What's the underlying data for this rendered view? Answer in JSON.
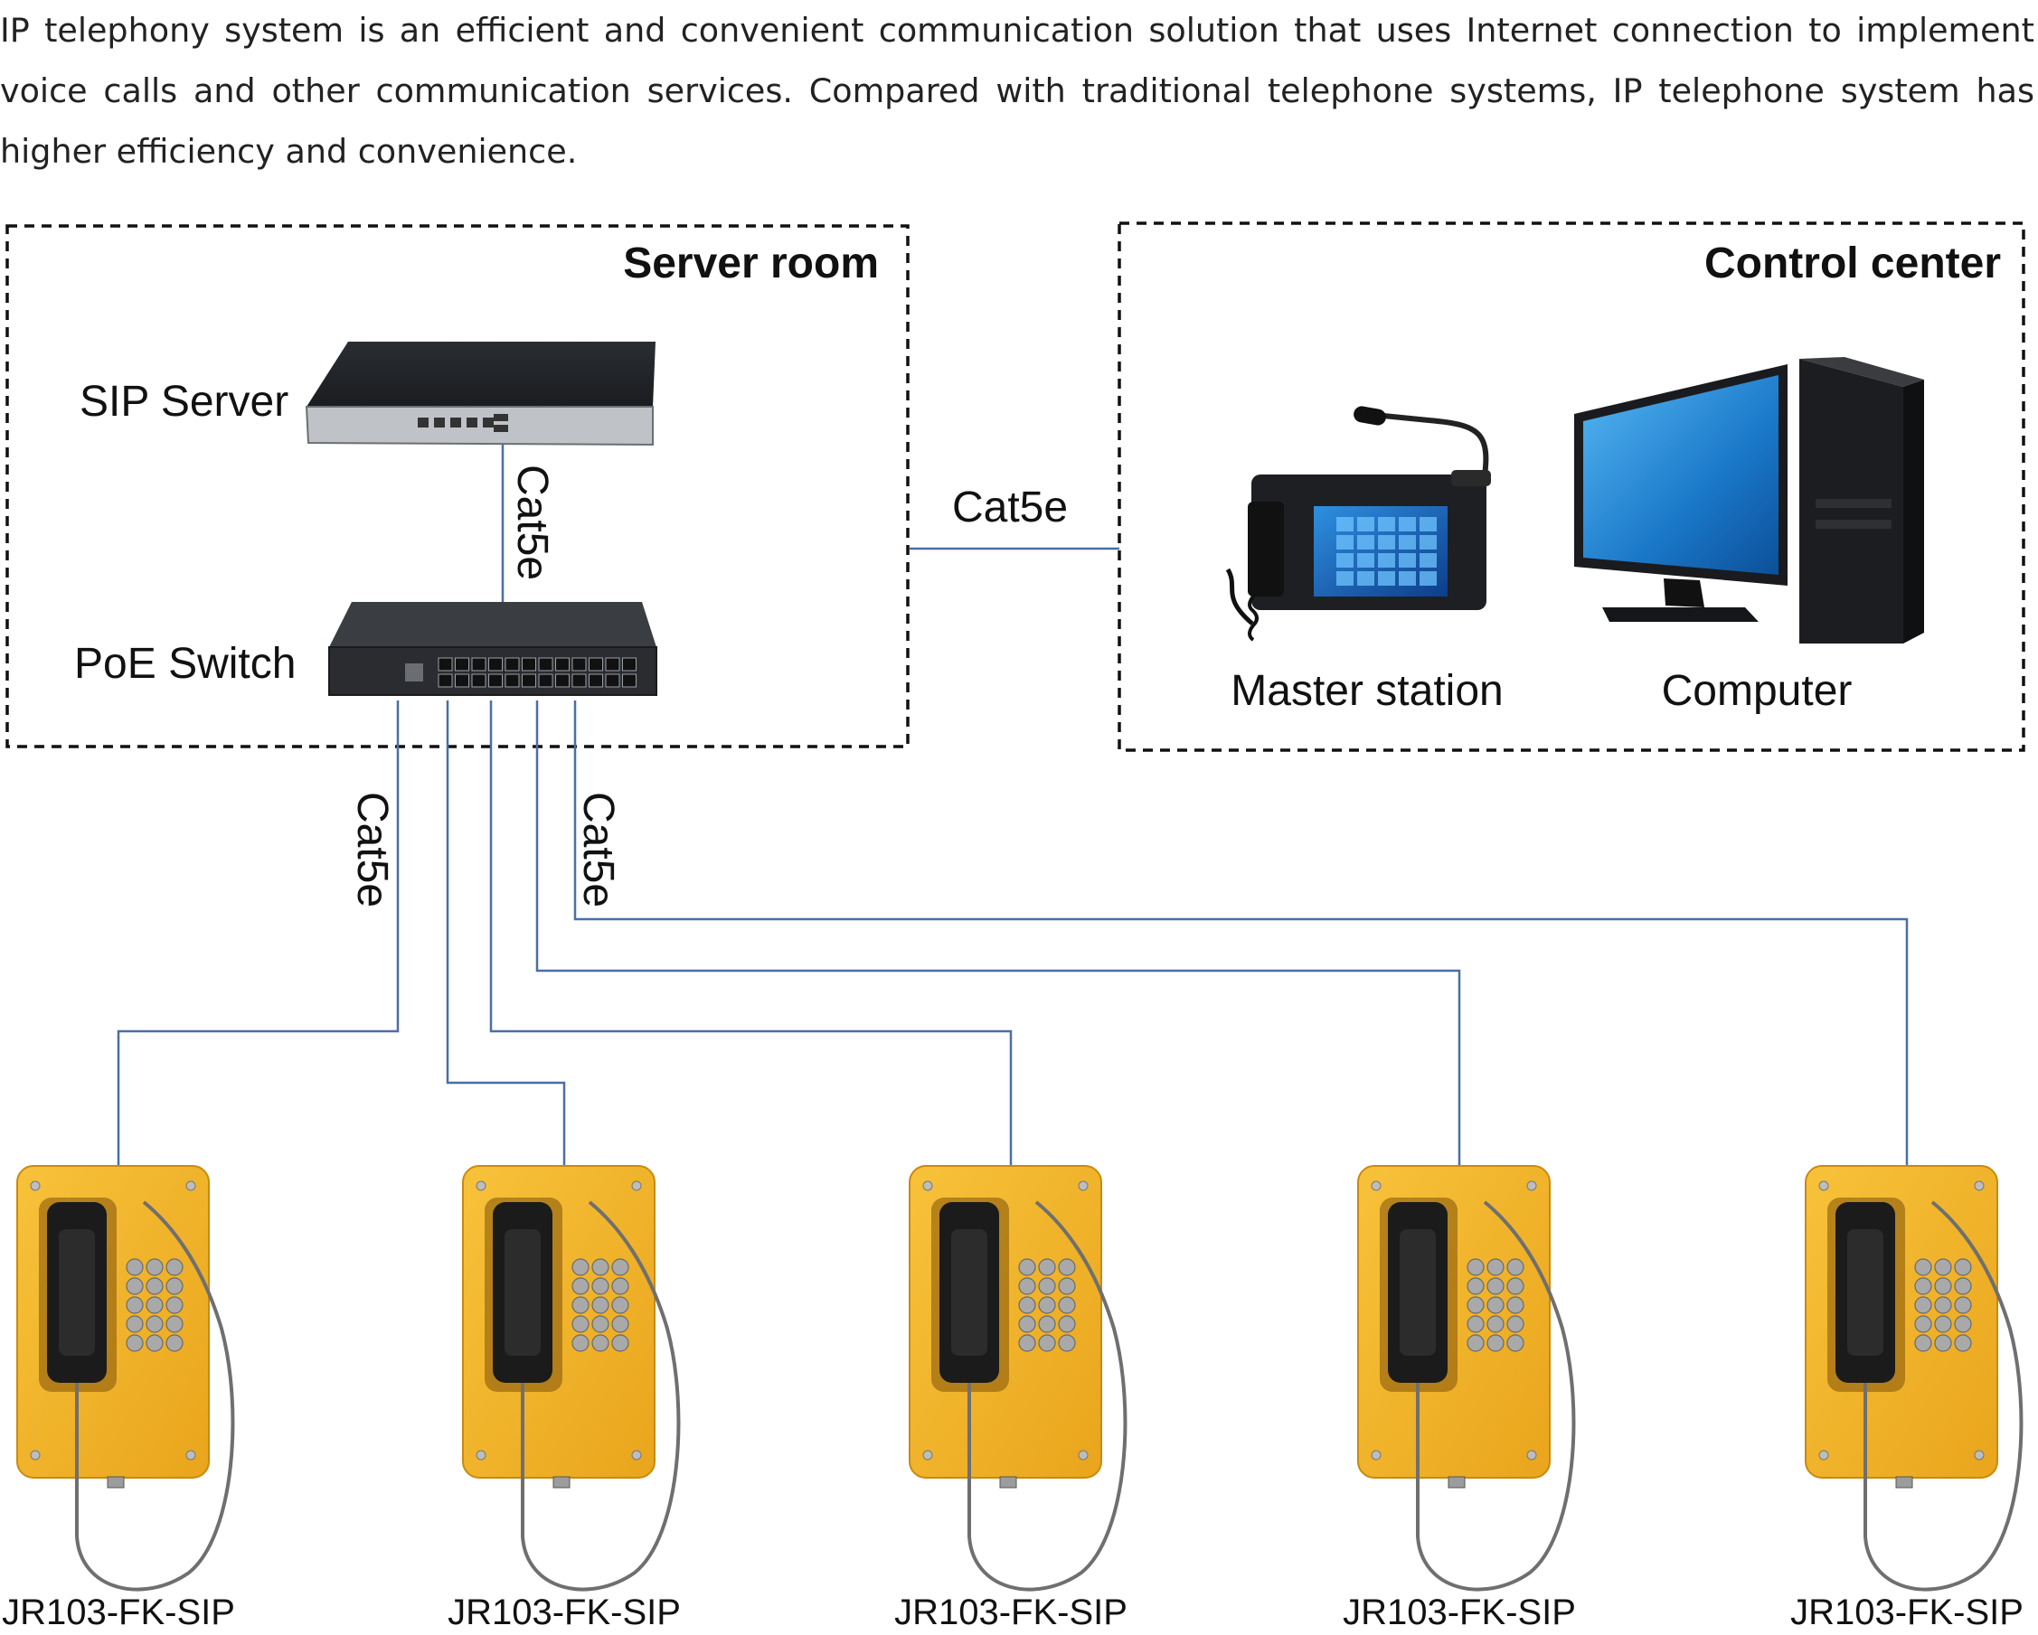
{
  "intro_text": "IP telephony system is an efficient and convenient communication solution that uses Internet connection to implement voice calls and other communication services. Compared with traditional telephone systems, IP telephone system has higher efficiency and convenience.",
  "zones": {
    "server_room": {
      "title": "Server room"
    },
    "control_center": {
      "title": "Control center"
    }
  },
  "devices": {
    "sip_server": "SIP Server",
    "poe_switch": "PoE Switch",
    "master_station": "Master station",
    "computer": "Computer"
  },
  "cables": {
    "server_to_switch": "Cat5e",
    "room_to_center": "Cat5e",
    "switch_down_left": "Cat5e",
    "switch_down_right": "Cat5e"
  },
  "phones": [
    {
      "model": "JR103-FK-SIP"
    },
    {
      "model": "JR103-FK-SIP"
    },
    {
      "model": "JR103-FK-SIP"
    },
    {
      "model": "JR103-FK-SIP"
    },
    {
      "model": "JR103-FK-SIP"
    }
  ],
  "colors": {
    "cable_line": "#4a6fa5",
    "phone_body": "#f2b42a",
    "zone_border": "#111111"
  }
}
